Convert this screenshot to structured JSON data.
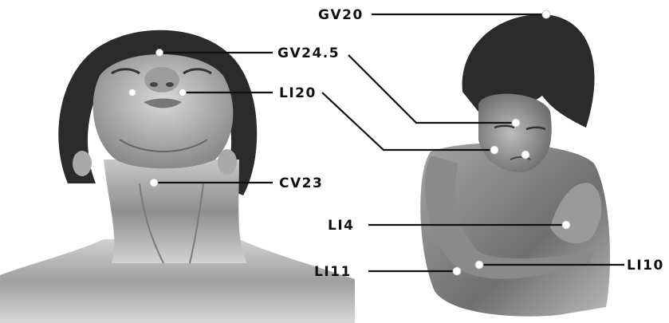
{
  "figure": {
    "left_illustration": "child-face-tilted-back",
    "right_illustration": "child-hugging-arm"
  },
  "points": [
    {
      "id": "gv20",
      "label": "GV20"
    },
    {
      "id": "gv24_5",
      "label": "GV24.5"
    },
    {
      "id": "li20",
      "label": "LI20"
    },
    {
      "id": "cv23",
      "label": "CV23"
    },
    {
      "id": "li4",
      "label": "LI4"
    },
    {
      "id": "li11",
      "label": "LI11"
    },
    {
      "id": "li10",
      "label": "LI10"
    }
  ],
  "colors": {
    "ink": "#111111",
    "point": "#ffffff",
    "skin_shade": "#9a9a9a",
    "hair": "#2b2b2b"
  }
}
